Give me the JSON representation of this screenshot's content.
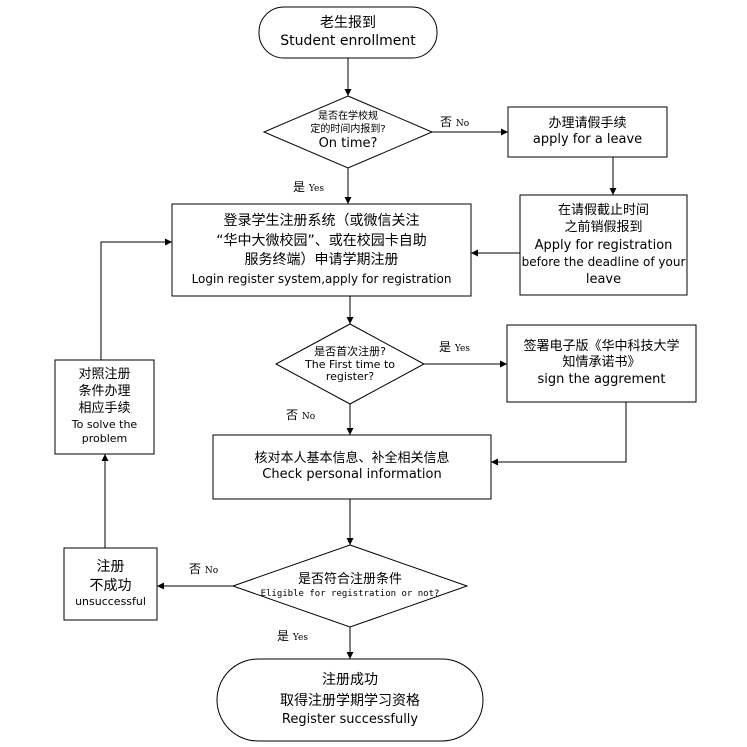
{
  "nodes": {
    "start": {
      "line1": "老生报到",
      "line2": "Student enrollment"
    },
    "on_time": {
      "line1": "是否在学校规",
      "line2": "定的时间内报到?",
      "line3": "On time?"
    },
    "leave": {
      "line1": "办理请假手续",
      "line2": "apply for a leave"
    },
    "cancel_leave": {
      "line1": "在请假截止时间",
      "line2": "之前销假报到",
      "line3": "Apply for registration",
      "line4": "before the deadline of your",
      "line5": "leave"
    },
    "login": {
      "line1": "登录学生注册系统（或微信关注",
      "line2": "“华中大微校园”、或在校园卡自助",
      "line3": "服务终端）申请学期注册",
      "line4": "Login register system,apply for registration"
    },
    "first_time": {
      "line1": "是否首次注册?",
      "line2": "The First time to",
      "line3": "register?"
    },
    "sign": {
      "line1": "签署电子版《华中科技大学",
      "line2": "知情承诺书》",
      "line3": "sign the aggrement"
    },
    "solve": {
      "line1": "对照注册",
      "line2": "条件办理",
      "line3": "相应手续",
      "line4": "To solve the",
      "line5": "problem"
    },
    "check": {
      "line1": "核对本人基本信息、补全相关信息",
      "line2": "Check personal information"
    },
    "eligible": {
      "line1": "是否符合注册条件",
      "line2": "Eligible for registration or not?"
    },
    "unsuccessful": {
      "line1": "注册",
      "line2": "不成功",
      "line3": "unsuccessful"
    },
    "success": {
      "line1": "注册成功",
      "line2": "取得注册学期学习资格",
      "line3": "Register successfully"
    }
  },
  "labels": {
    "no1": {
      "zh": "否",
      "en": "No"
    },
    "yes1": {
      "zh": "是",
      "en": "Yes"
    },
    "yes2": {
      "zh": "是",
      "en": "Yes"
    },
    "no2": {
      "zh": "否",
      "en": "No"
    },
    "no3": {
      "zh": "否",
      "en": "No"
    },
    "yes3": {
      "zh": "是",
      "en": "Yes"
    }
  },
  "colors": {
    "line": "#000000",
    "background": "#ffffff"
  }
}
